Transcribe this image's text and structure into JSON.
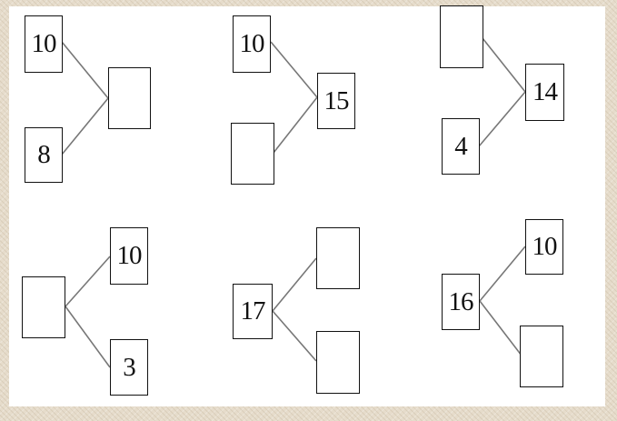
{
  "diagrams": [
    {
      "top": "10",
      "bottom": "8",
      "result": ""
    },
    {
      "top": "10",
      "bottom": "",
      "result": "15"
    },
    {
      "top": "",
      "bottom": "4",
      "result": "14"
    },
    {
      "source": "",
      "top": "10",
      "bottom": "3"
    },
    {
      "source": "17",
      "top": "",
      "bottom": ""
    },
    {
      "source": "16",
      "top": "10",
      "bottom": ""
    }
  ]
}
